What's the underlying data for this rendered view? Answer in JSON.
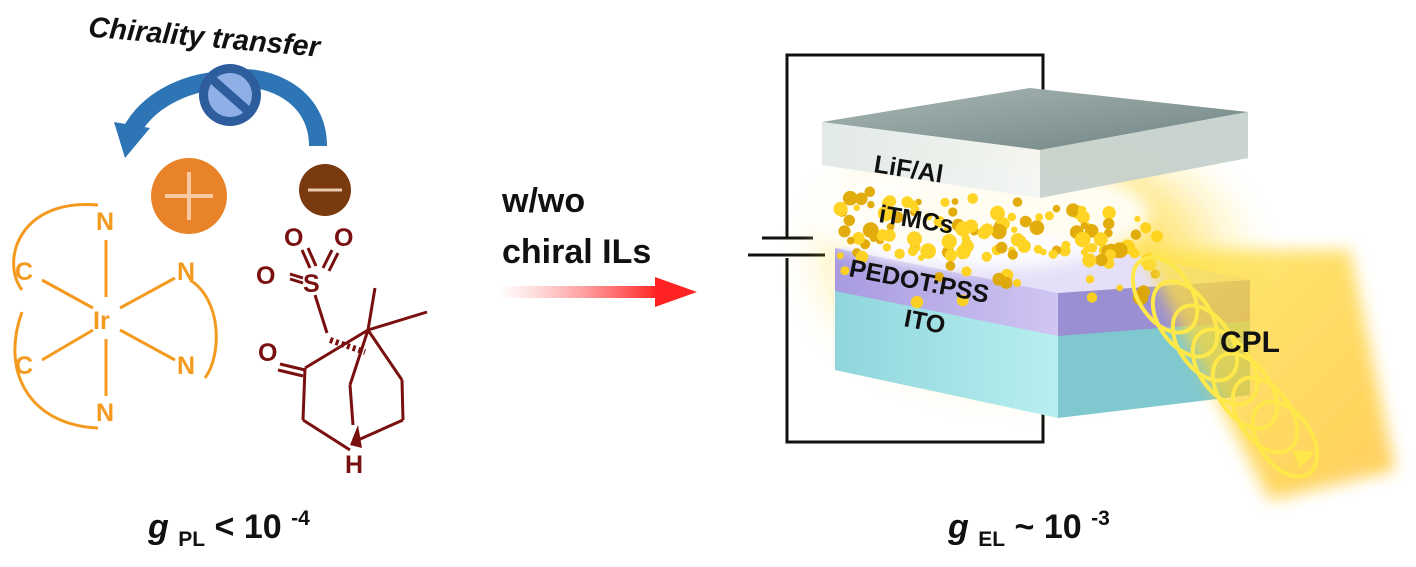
{
  "left_panel": {
    "chirality_label": "Chirality transfer",
    "plus_symbol": "+",
    "minus_symbol": "−",
    "cation_atoms": {
      "c1": "C",
      "c2": "C",
      "n1": "N",
      "n2": "N",
      "n3": "N",
      "n4": "N",
      "metal": "Ir"
    },
    "anion_atoms": {
      "o1": "O",
      "o2": "O",
      "s": "S",
      "o_keto": "O",
      "h": "H"
    },
    "g_symbol": "g",
    "g_subscript": "PL",
    "g_relation": " < 10",
    "g_exponent": "-4",
    "colors": {
      "cation": "#f39a1f",
      "anion": "#7a0f0f",
      "arrow": "#2e75b6"
    }
  },
  "middle": {
    "line1": "w/wo",
    "line2": "chiral ILs",
    "arrow_color": "#ff2a2a"
  },
  "device": {
    "layers": [
      "LiF/Al",
      "iTMCs",
      "PEDOT:PSS",
      "ITO"
    ],
    "output_label": "CPL",
    "g_symbol": "g",
    "g_subscript": "EL",
    "g_relation": " ~ 10",
    "g_exponent": "-3",
    "colors": {
      "glow": "#ffd700",
      "ito": "#9fe3e6",
      "pedot": "#b7a9e8",
      "cathode": "#8fa3a3"
    }
  }
}
